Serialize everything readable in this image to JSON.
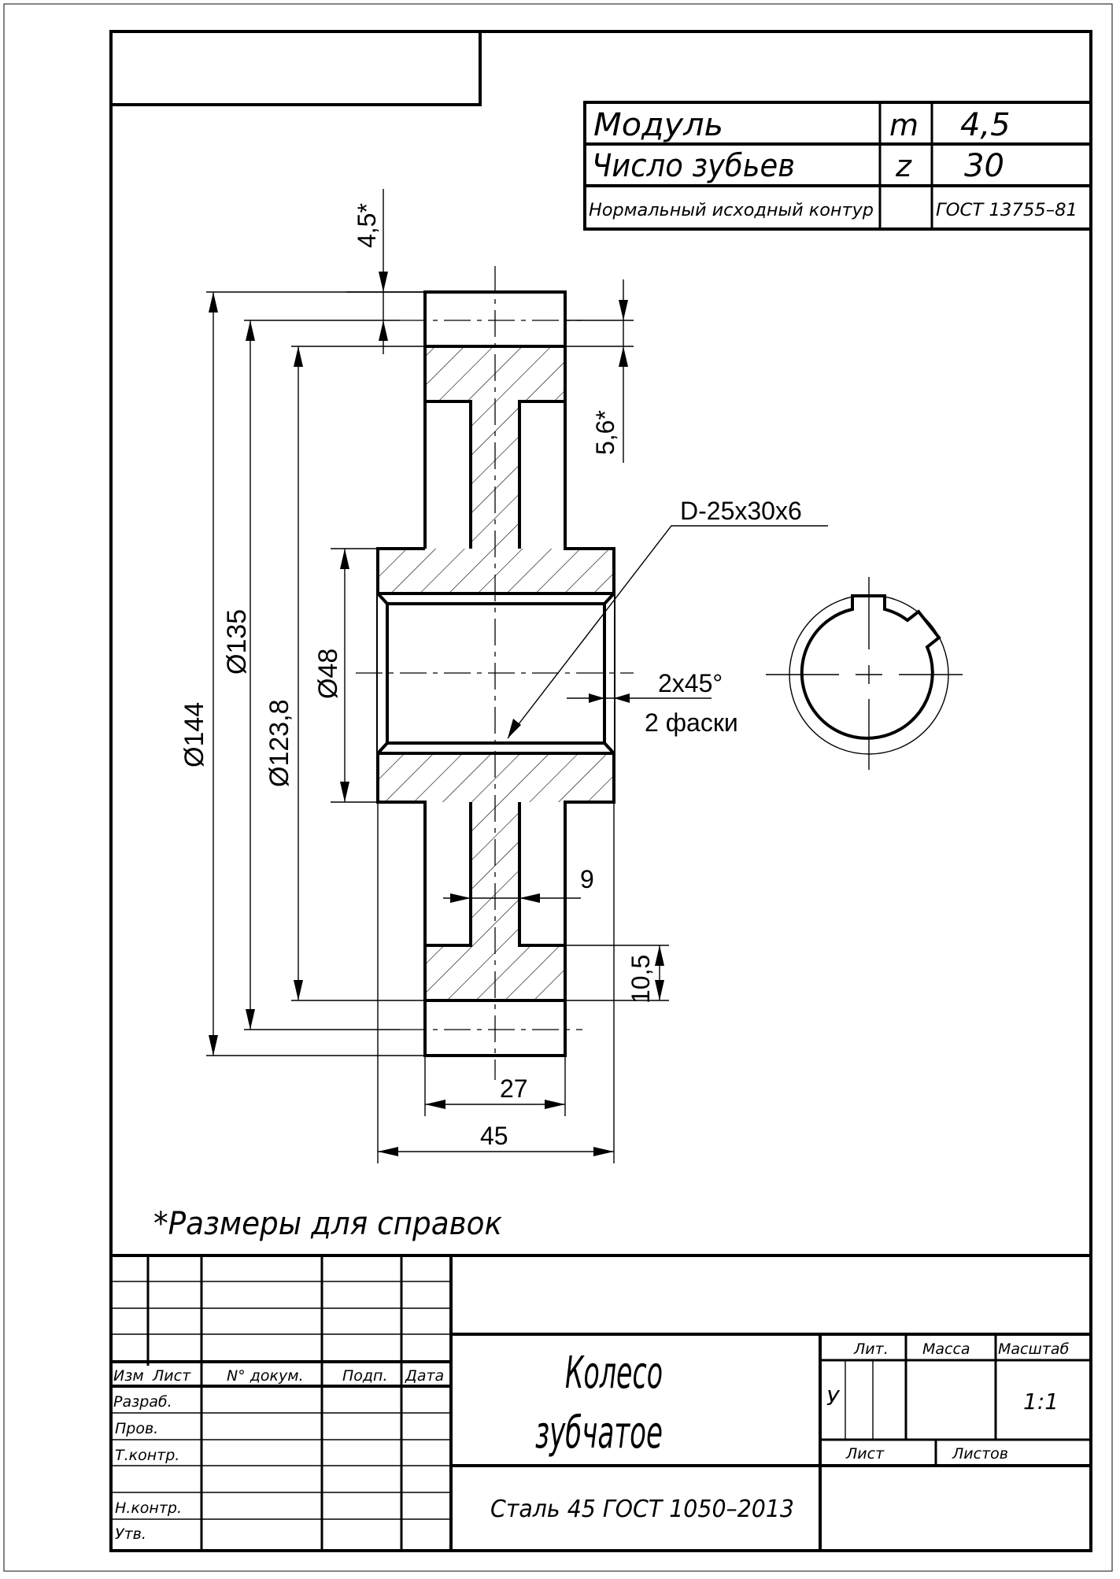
{
  "drawing": {
    "type": "engineering-drawing",
    "part_name_line1": "Колесо",
    "part_name_line2": "зубчатое",
    "material": "Сталь 45 ГОСТ 1050–2013",
    "note": "*Размеры для справок"
  },
  "gear_parameters": {
    "rows": [
      {
        "name": "Модуль",
        "symbol": "m",
        "value": "4,5"
      },
      {
        "name": "Число зубьев",
        "symbol": "z",
        "value": "30"
      },
      {
        "name": "Нормальный исходный контур",
        "symbol": "",
        "value": "ГОСТ 13755–81"
      }
    ]
  },
  "dimensions": {
    "addendum": "4,5*",
    "dedendum": "5,6*",
    "tip_diameter": "Ø144",
    "pitch_diameter": "Ø135",
    "root_rim_diameter": "Ø123,8",
    "hub_diameter": "Ø48",
    "web_thickness": "9",
    "rim_thickness": "10,5",
    "rim_width": "27",
    "hub_width": "45",
    "spline": "D-25x30x6",
    "chamfer": "2x45°",
    "chamfer_note": "2 фаски"
  },
  "title_block": {
    "headers": {
      "izm": "Изм",
      "list": "Лист",
      "doc_no": "N° докум.",
      "sign": "Подп.",
      "date": "Дата"
    },
    "roles": {
      "developed": "Разраб.",
      "checked": "Пров.",
      "tech_control": "Т.контр.",
      "norm_control": "Н.контр.",
      "approved": "Утв."
    },
    "lit_label": "Лит.",
    "mass_label": "Масса",
    "scale_label": "Масштаб",
    "lit_value": "У",
    "scale_value": "1:1",
    "sheet_label": "Лист",
    "sheets_label": "Листов"
  }
}
